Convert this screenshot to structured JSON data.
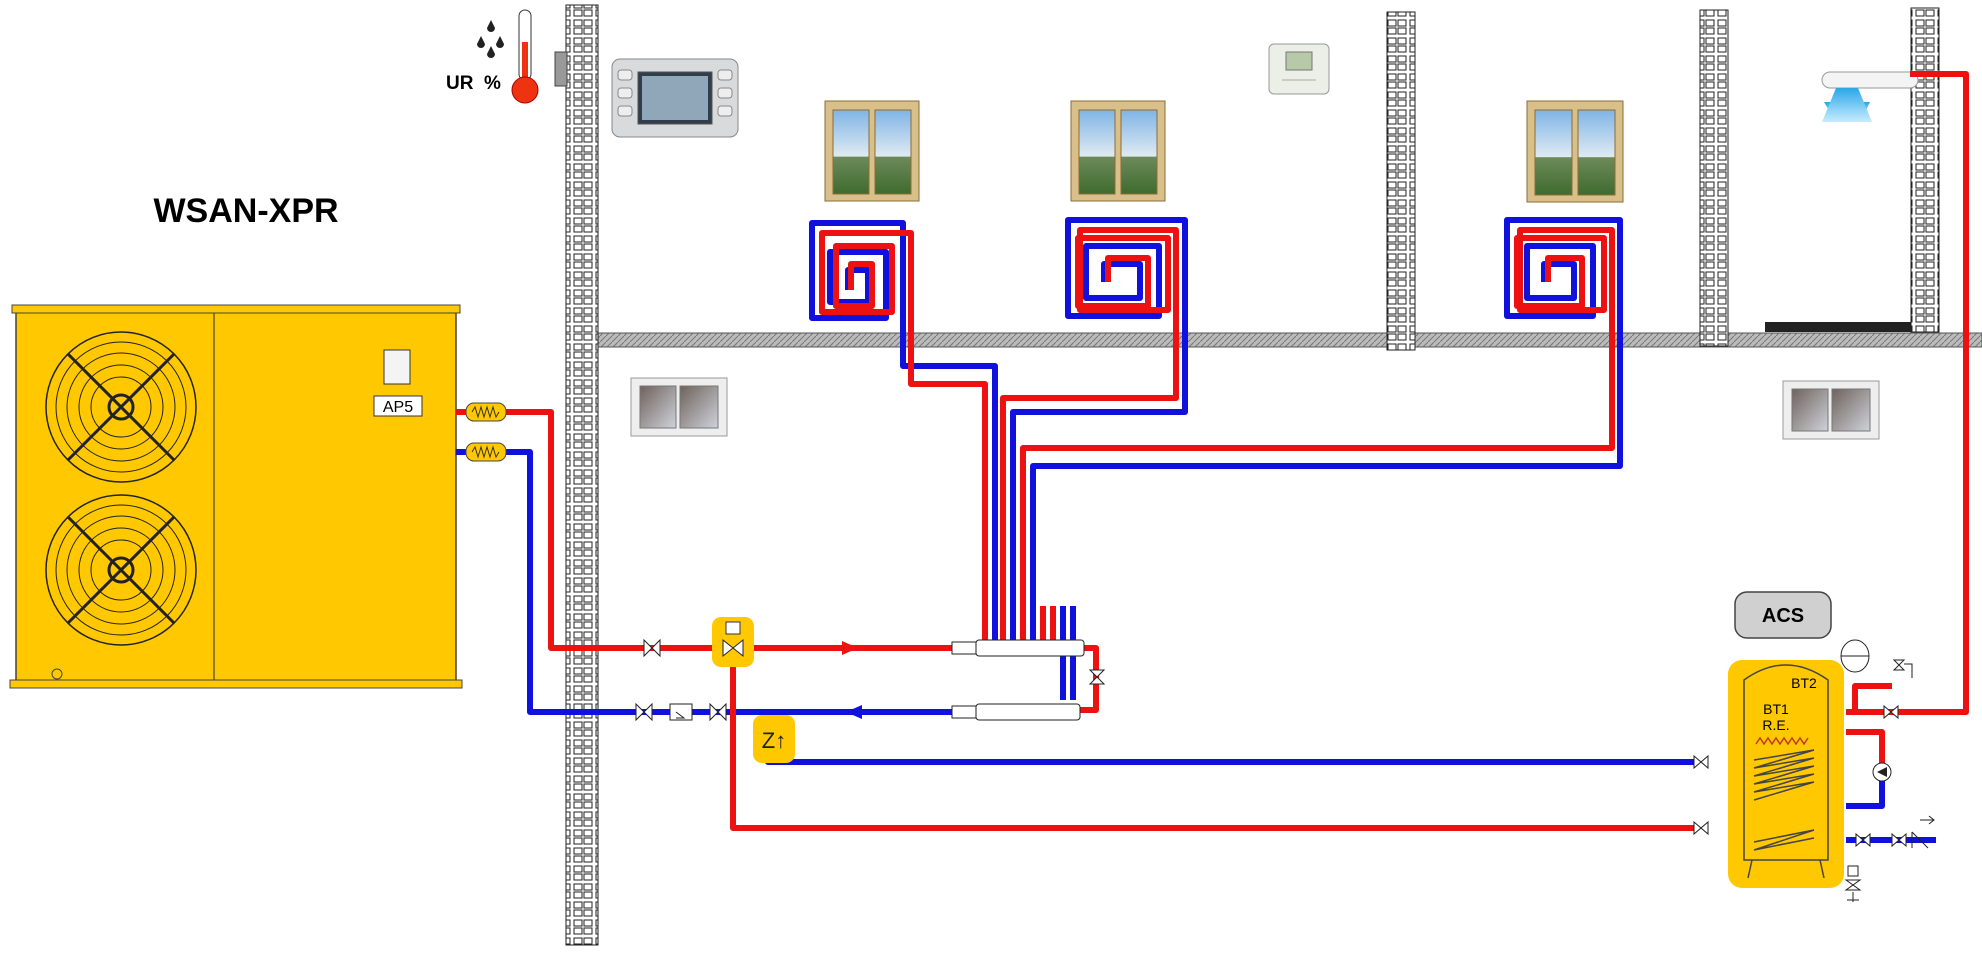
{
  "unit": {
    "model": "WSAN-XPR",
    "sensor_label": "AP5"
  },
  "humidity_sensor": {
    "label": "UR  %"
  },
  "tank": {
    "title": "ACS",
    "sensor_top": "BT2",
    "sensor_mid": "BT1",
    "heater": "R.E."
  },
  "colors": {
    "supply": "#ee1111",
    "return": "#1111dd",
    "unit_body": "#ffc800",
    "wall": "#333333"
  },
  "icons": [
    "fan-icon",
    "thermometer-icon",
    "window-icon",
    "thermostat-icon",
    "control-panel-icon",
    "shower-icon",
    "valve-icon",
    "pump-icon",
    "expansion-vessel-icon",
    "three-way-valve-icon"
  ]
}
